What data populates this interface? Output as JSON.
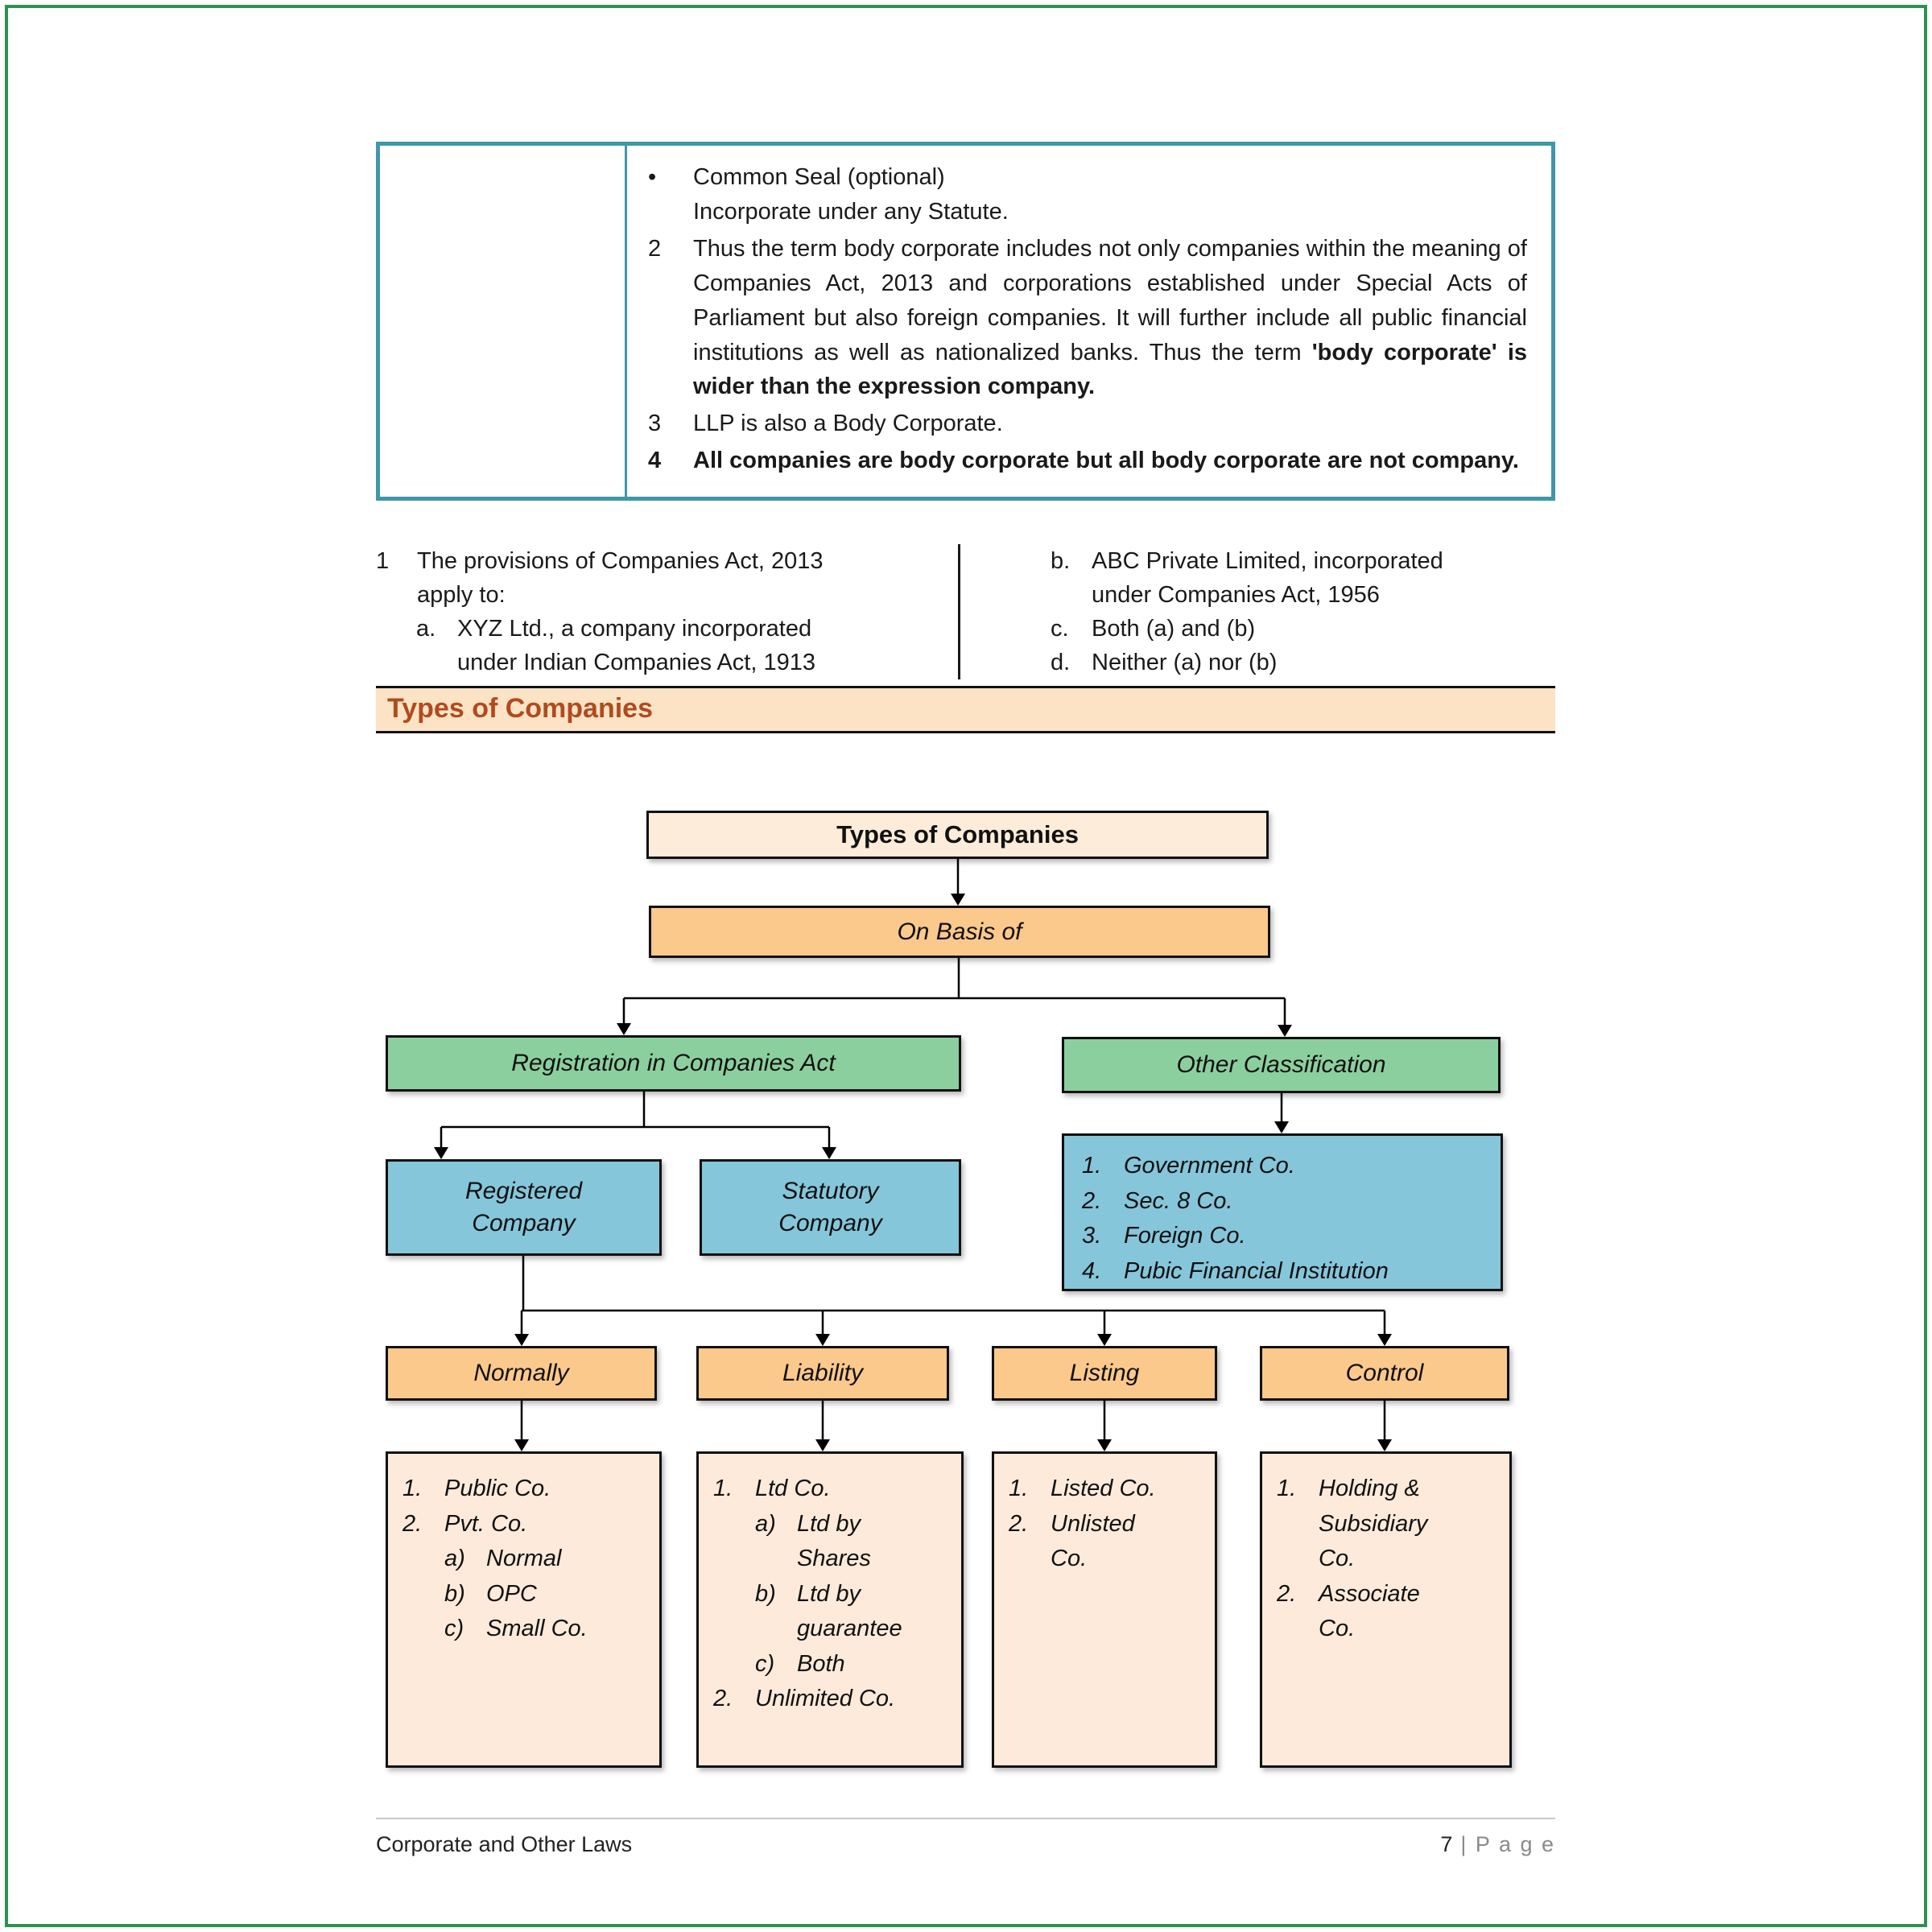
{
  "top_table": {
    "bullet_marker": "•",
    "bullet_text": "Common Seal (optional)\nIncorporate under any Statute.",
    "item2_marker": "2",
    "item2_normal": "Thus the term body corporate includes not only companies within the meaning of Companies Act, 2013 and corporations established under Special Acts of Parliament but also foreign companies. It will further include all public financial institutions as well as nationalized banks. Thus the term ",
    "item2_bold": "'body corporate' is wider than the expression company.",
    "item3_marker": "3",
    "item3_text": "LLP is also a Body Corporate.",
    "item4_marker": "4",
    "item4_text": "All companies are body corporate but all body corporate are not company."
  },
  "quiz": {
    "q_marker": "1",
    "q_text": "The provisions of Companies Act, 2013\napply to:",
    "opt_a_marker": "a.",
    "opt_a_text": "XYZ Ltd., a company incorporated\nunder Indian Companies Act, 1913",
    "opt_b_marker": "b.",
    "opt_b_text": "ABC Private Limited, incorporated\nunder Companies Act, 1956",
    "opt_c_marker": "c.",
    "opt_c_text": "Both (a) and (b)",
    "opt_d_marker": "d.",
    "opt_d_text": "Neither (a) nor (b)"
  },
  "section_header": {
    "title": "Types of Companies"
  },
  "flowchart": {
    "root_label": "Types of Companies",
    "basis_label": "On Basis of",
    "left_branch_label": "Registration in Companies Act",
    "right_branch_label": "Other Classification",
    "registered_label": "Registered\nCompany",
    "statutory_label": "Statutory\nCompany",
    "other_items": [
      {
        "m": "1.",
        "t": "Government Co."
      },
      {
        "m": "2.",
        "t": "Sec. 8 Co."
      },
      {
        "m": "3.",
        "t": "Foreign Co."
      },
      {
        "m": "4.",
        "t": "Pubic Financial Institution"
      }
    ],
    "cat_normally": {
      "label": "Normally",
      "items": [
        {
          "m": "1.",
          "t": "Public Co."
        },
        {
          "m": "2.",
          "t": "Pvt. Co."
        },
        {
          "m": "a)",
          "t": "Normal"
        },
        {
          "m": "b)",
          "t": "OPC"
        },
        {
          "m": "c)",
          "t": "Small Co."
        }
      ]
    },
    "cat_liability": {
      "label": "Liability",
      "items": [
        {
          "m": "1.",
          "t": "Ltd Co."
        },
        {
          "m": "a)",
          "t": "Ltd by\nShares"
        },
        {
          "m": "b)",
          "t": "Ltd by\nguarantee"
        },
        {
          "m": "c)",
          "t": "Both"
        },
        {
          "m": "2.",
          "t": "Unlimited Co."
        }
      ]
    },
    "cat_listing": {
      "label": "Listing",
      "items": [
        {
          "m": "1.",
          "t": "Listed Co."
        },
        {
          "m": "2.",
          "t": "Unlisted\nCo."
        }
      ]
    },
    "cat_control": {
      "label": "Control",
      "items": [
        {
          "m": "1.",
          "t": "Holding &\nSubsidiary\nCo."
        },
        {
          "m": "2.",
          "t": "Associate\nCo."
        }
      ]
    }
  },
  "footer": {
    "left": "Corporate and Other Laws",
    "page_number": "7",
    "page_label": "| P a g e"
  },
  "colors": {
    "table_border": "#4097ab",
    "section_bg": "#fce3c6",
    "section_text": "#b04b1e",
    "green_box": "#8ccf9f",
    "blue_box": "#85c6da",
    "orange_box": "#fbc98c",
    "peach_box": "#fdeada",
    "page_border": "#2e9150"
  }
}
